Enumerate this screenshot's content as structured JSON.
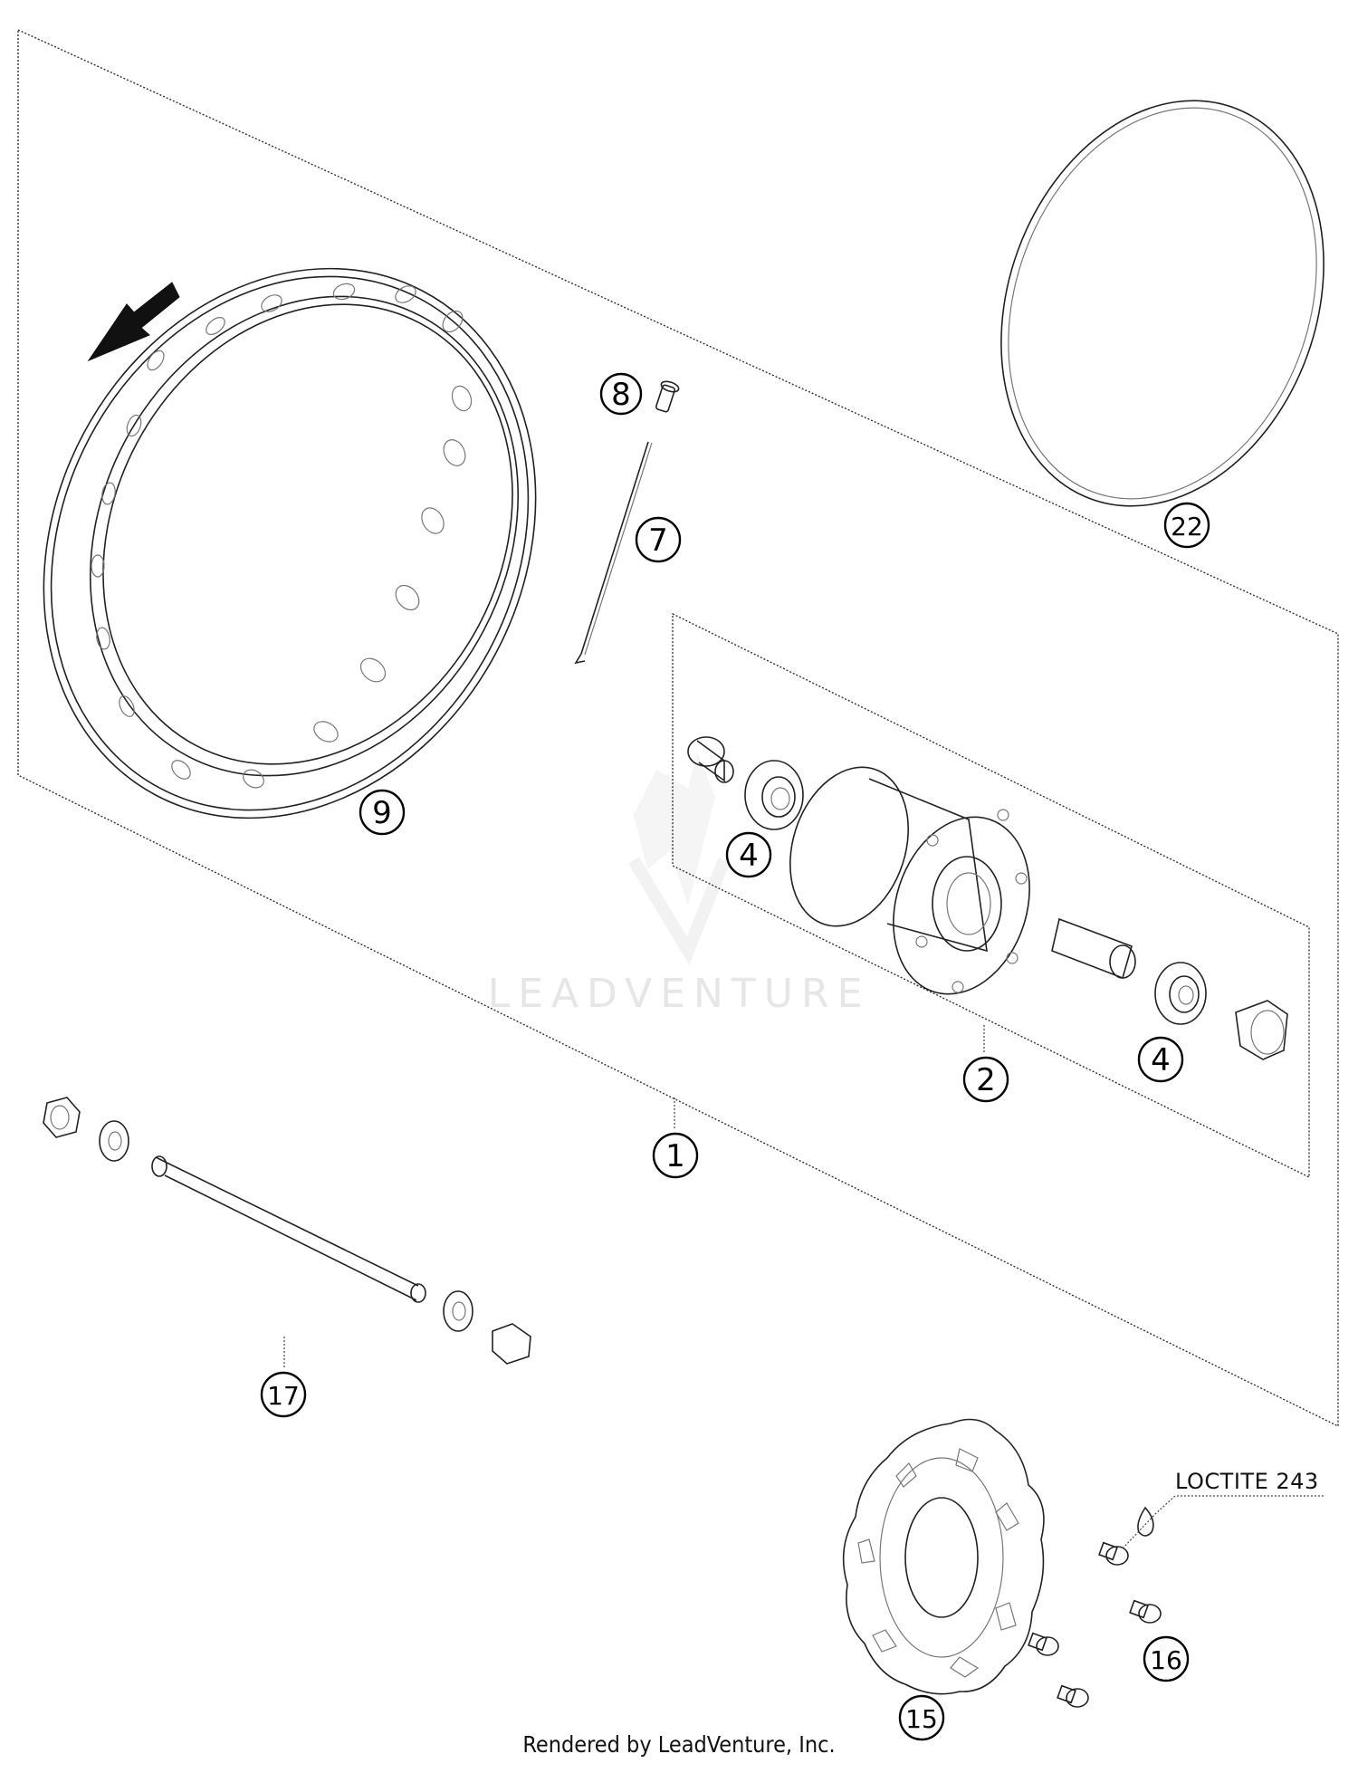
{
  "callouts": {
    "c1": "1",
    "c2": "2",
    "c4a": "4",
    "c4b": "4",
    "c7": "7",
    "c8": "8",
    "c9": "9",
    "c15": "15",
    "c16": "16",
    "c17": "17",
    "c22": "22"
  },
  "note": "LOCTITE 243",
  "watermark": "LEADVENTURE",
  "footer": "Rendered by LeadVenture, Inc.",
  "icons": {
    "direction_arrow": "arrow-down-left-icon",
    "watermark_logo": "leadventure-logo-icon"
  }
}
